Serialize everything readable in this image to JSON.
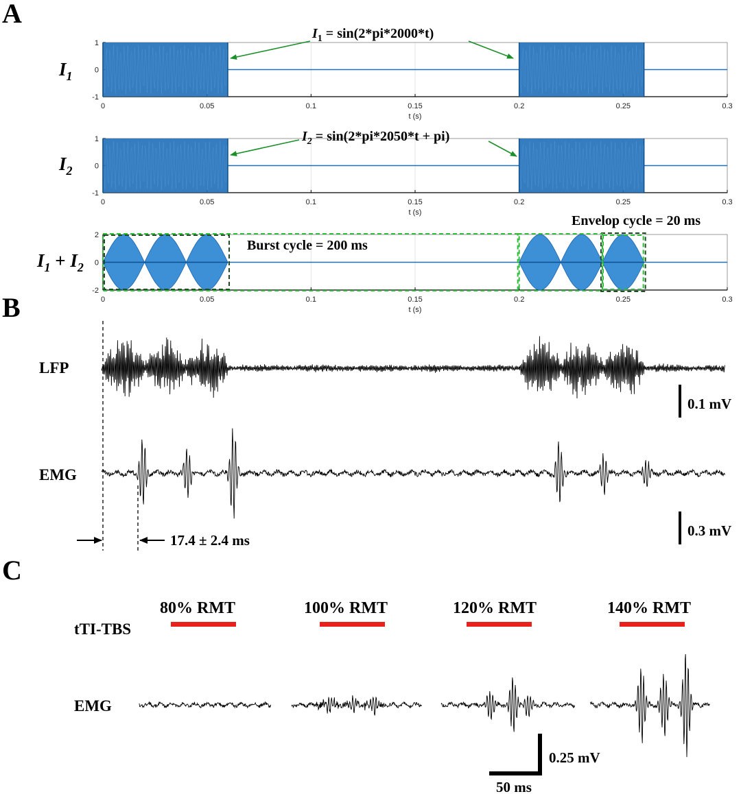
{
  "panels": {
    "A": "A",
    "B": "B",
    "C": "C"
  },
  "panel_a": {
    "x_label": "t (s)",
    "x_ticks": [
      "0",
      "0.05",
      "0.1",
      "0.15",
      "0.2",
      "0.25",
      "0.3"
    ],
    "plots": [
      {
        "id": "i1",
        "y_label_main": "I",
        "y_label_sub": "1",
        "y_ticks": [
          "1",
          "0",
          "-1"
        ],
        "eq_var": "I",
        "eq_sub": "1",
        "eq_rhs": " = sin(2*pi*2000*t)"
      },
      {
        "id": "i2",
        "y_label_main": "I",
        "y_label_sub": "2",
        "y_ticks": [
          "1",
          "0",
          "-1"
        ],
        "eq_var": "I",
        "eq_sub": "2",
        "eq_rhs": " = sin(2*pi*2050*t + pi)"
      },
      {
        "id": "sum",
        "y_label_parts": [
          "I",
          "1",
          " + ",
          "I",
          "2"
        ],
        "y_ticks": [
          "2",
          "0",
          "-2"
        ],
        "burst_label": "Burst cycle = 200 ms",
        "envelope_label": "Envelop cycle = 20 ms"
      }
    ]
  },
  "panel_b": {
    "lfp_label": "LFP",
    "emg_label": "EMG",
    "lfp_scale": "0.1 mV",
    "emg_scale": "0.3 mV",
    "latency_label": "17.4 ± 2.4 ms"
  },
  "panel_c": {
    "stim_label": "tTI-TBS",
    "emg_label": "EMG",
    "conditions": [
      "80% RMT",
      "100% RMT",
      "120% RMT",
      "140% RMT"
    ],
    "scale_v": "0.25 mV",
    "scale_t": "50 ms"
  },
  "colors": {
    "signal": "#1f6fb8",
    "trace": "#000000",
    "stim_bar": "#e8211c",
    "green": "#2ebd3a",
    "dark_box": "#1d4d21",
    "arrow": "#1a8f2a"
  },
  "chart_data": [
    {
      "type": "line",
      "title": "",
      "xlabel": "t (s)",
      "ylabel": "I1",
      "xlim": [
        0,
        0.3
      ],
      "ylim": [
        -1,
        1
      ],
      "grid": true,
      "series": [
        {
          "name": "I1 = sin(2*pi*2000*t)",
          "frequency_hz": 2000,
          "amplitude": 1,
          "on_windows_s": [
            [
              0,
              0.06
            ],
            [
              0.2,
              0.26
            ]
          ]
        }
      ]
    },
    {
      "type": "line",
      "title": "",
      "xlabel": "t (s)",
      "ylabel": "I2",
      "xlim": [
        0,
        0.3
      ],
      "ylim": [
        -1,
        1
      ],
      "grid": true,
      "series": [
        {
          "name": "I2 = sin(2*pi*2050*t + pi)",
          "frequency_hz": 2050,
          "phase": "pi",
          "amplitude": 1,
          "on_windows_s": [
            [
              0,
              0.06
            ],
            [
              0.2,
              0.26
            ]
          ]
        }
      ]
    },
    {
      "type": "line",
      "title": "",
      "xlabel": "t (s)",
      "ylabel": "I1 + I2",
      "xlim": [
        0,
        0.3
      ],
      "ylim": [
        -2,
        2
      ],
      "grid": true,
      "series": [
        {
          "peak_amplitude": 2,
          "envelope_cycle_ms": 20,
          "burst_cycle_ms": 200,
          "on_windows_s": [
            [
              0,
              0.06
            ],
            [
              0.2,
              0.26
            ]
          ]
        }
      ],
      "annotations": [
        "Burst cycle = 200 ms",
        "Envelop cycle = 20 ms"
      ]
    }
  ]
}
